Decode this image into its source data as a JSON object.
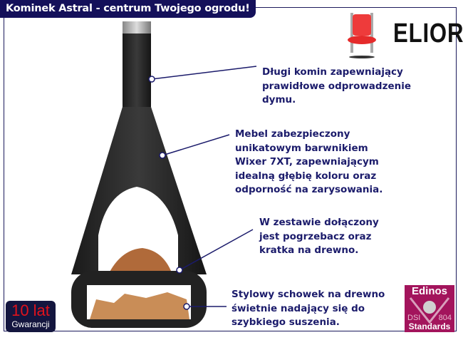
{
  "header": {
    "title": "Kominek Astral - centrum Twojego ogrodu!"
  },
  "brand": {
    "logo_text": "ELIOR",
    "icon": "red-chair-icon"
  },
  "callouts": [
    {
      "text": "Długi komin zapewniający\nprawidłowe odprowadzenie\ndymu."
    },
    {
      "text": "Mebel zabezpieczony\nunikatowym barwnikiem\nWixer 7XT, zapewniającym\nidealną głębię koloru oraz\nodporność na zarysowania."
    },
    {
      "text": "W zestawie dołączony\njest pogrzebacz oraz\nkratka na drewno."
    },
    {
      "text": "Stylowy schowek na drewno\nświetnie nadający się do\nszybkiego suszenia."
    }
  ],
  "warranty": {
    "years": "10 lat",
    "label": "Gwarancji"
  },
  "certificate": {
    "name": "Edinos",
    "code_left": "DSI",
    "code_right": "804",
    "label": "Standards"
  },
  "colors": {
    "navy": "#14105a",
    "text": "#1b1b6b",
    "edinos": "#a3145c",
    "warranty_red": "#e0121c"
  }
}
